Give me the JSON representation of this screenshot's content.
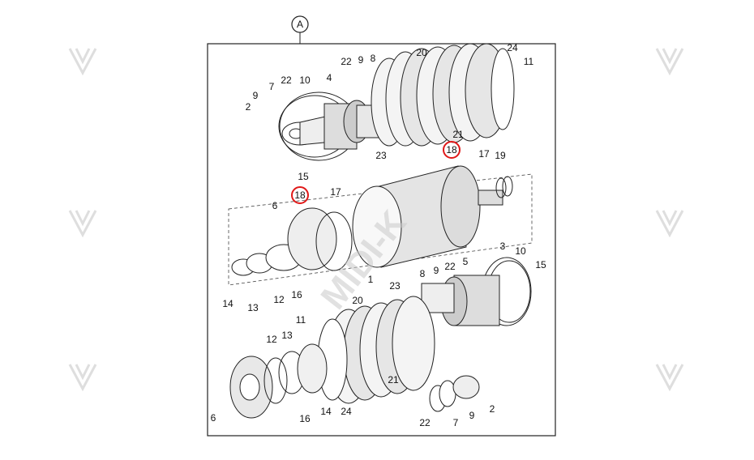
{
  "diagram": {
    "view_marker": "A",
    "callouts": {
      "top_left": [
        "22",
        "10",
        "4",
        "7",
        "9",
        "2",
        "15"
      ],
      "top_right": [
        "22",
        "9",
        "8",
        "20",
        "24",
        "11",
        "21",
        "23"
      ],
      "highlight_right": "18",
      "top_right_small": [
        "17",
        "19"
      ],
      "middle": [
        "6",
        "18",
        "17",
        "14",
        "13",
        "12",
        "16",
        "1"
      ],
      "bottom_right": [
        "3",
        "10",
        "15",
        "8",
        "9",
        "22",
        "5",
        "23",
        "20"
      ],
      "bottom_left": [
        "11",
        "12",
        "13",
        "6",
        "14",
        "24",
        "16",
        "21"
      ],
      "bottom_small": [
        "2",
        "9",
        "7",
        "22"
      ]
    },
    "highlight_color": "#e01818"
  },
  "watermark": {
    "text": "MIDI-K"
  }
}
